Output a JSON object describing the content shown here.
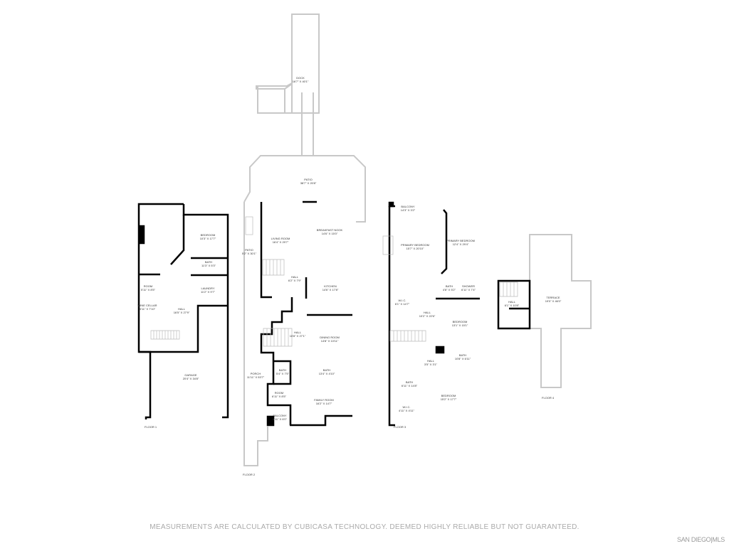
{
  "floors": [
    {
      "label": "FLOOR 1",
      "rooms": [
        {
          "name": "BEDROOM",
          "dims": "10'3\" x 17'7\""
        },
        {
          "name": "BATH",
          "dims": "11'3\" x 5'3\""
        },
        {
          "name": "ROOM",
          "dims": "5'11\" x 8'5\""
        },
        {
          "name": "LAUNDRY",
          "dims": "11'2\" x 9'7\""
        },
        {
          "name": "WINE CELLAR",
          "dims": "5'11\" x 7'10\""
        },
        {
          "name": "HALL",
          "dims": "16'5\" x 27'9\""
        },
        {
          "name": "GARAGE",
          "dims": "20'4\" x 34'8\""
        }
      ]
    },
    {
      "label": "FLOOR 2",
      "rooms": [
        {
          "name": "DOCK",
          "dims": "16'7\" x 40'1\""
        },
        {
          "name": "PATIO",
          "dims": "38'7\" x 20'8\""
        },
        {
          "name": "LIVING ROOM",
          "dims": "16'4\" x 29'7\""
        },
        {
          "name": "BREAKFAST NOOK",
          "dims": "14'6\" x 15'0\""
        },
        {
          "name": "PATIO",
          "dims": "5'2\" x 30'1\""
        },
        {
          "name": "HALL",
          "dims": "6'2\" x 7'9\""
        },
        {
          "name": "KITCHEN",
          "dims": "14'6\" x 17'8\""
        },
        {
          "name": "HALL",
          "dims": "10'8\" x 27'1\""
        },
        {
          "name": "DINING ROOM",
          "dims": "14'8\" x 10'11\""
        },
        {
          "name": "PORCH",
          "dims": "11'11\" x 53'7\""
        },
        {
          "name": "BATH",
          "dims": "5'4\" x 7'5\""
        },
        {
          "name": "BATH",
          "dims": "13'4\" x 4'10\""
        },
        {
          "name": "ROOM",
          "dims": "6'11\" x 8'5\""
        },
        {
          "name": "FAMILY ROOM",
          "dims": "16'2\" x 14'7\""
        },
        {
          "name": "BALCONY",
          "dims": "6'11\" x 6'0\""
        }
      ]
    },
    {
      "label": "FLOOR 3",
      "rooms": [
        {
          "name": "BALCONY",
          "dims": "14'3\" x 3'2\""
        },
        {
          "name": "PRIMARY BEDROOM",
          "dims": "15'7\" x 20'10\""
        },
        {
          "name": "PRIMARY BEDROOM",
          "dims": "12'4\" x 29'4\""
        },
        {
          "name": "W.I.C.",
          "dims": "6'1\" x 14'7\""
        },
        {
          "name": "BATH",
          "dims": "4'8\" x 5'2\""
        },
        {
          "name": "SHOWER",
          "dims": "6'11\" x 7'4\""
        },
        {
          "name": "HALL",
          "dims": "10'2\" x 22'6\""
        },
        {
          "name": "BEDROOM",
          "dims": "13'1\" x 15'1\""
        },
        {
          "name": "BATH",
          "dims": "10'8\" x 6'11\""
        },
        {
          "name": "HALL",
          "dims": "3'5\" x 3'1\""
        },
        {
          "name": "BATH",
          "dims": "6'11\" x 14'8\""
        },
        {
          "name": "BEDROOM",
          "dims": "15'2\" x 17'7\""
        },
        {
          "name": "W.I.C.",
          "dims": "4'11\" x 4'11\""
        }
      ]
    },
    {
      "label": "FLOOR 4",
      "rooms": [
        {
          "name": "HALL",
          "dims": "6'1\" x 10'8\""
        },
        {
          "name": "TERRACE",
          "dims": "19'0\" x 46'0\""
        }
      ]
    }
  ],
  "disclaimer": "MEASUREMENTS ARE CALCULATED BY CUBICASA TECHNOLOGY. DEEMED HIGHLY RELIABLE BUT NOT GUARANTEED.",
  "watermark": "SAN DIEGO|MLS",
  "colors": {
    "wall": "#000000",
    "exterior": "#c8c8c8",
    "text": "#333333",
    "footer": "#aaaaaa"
  }
}
